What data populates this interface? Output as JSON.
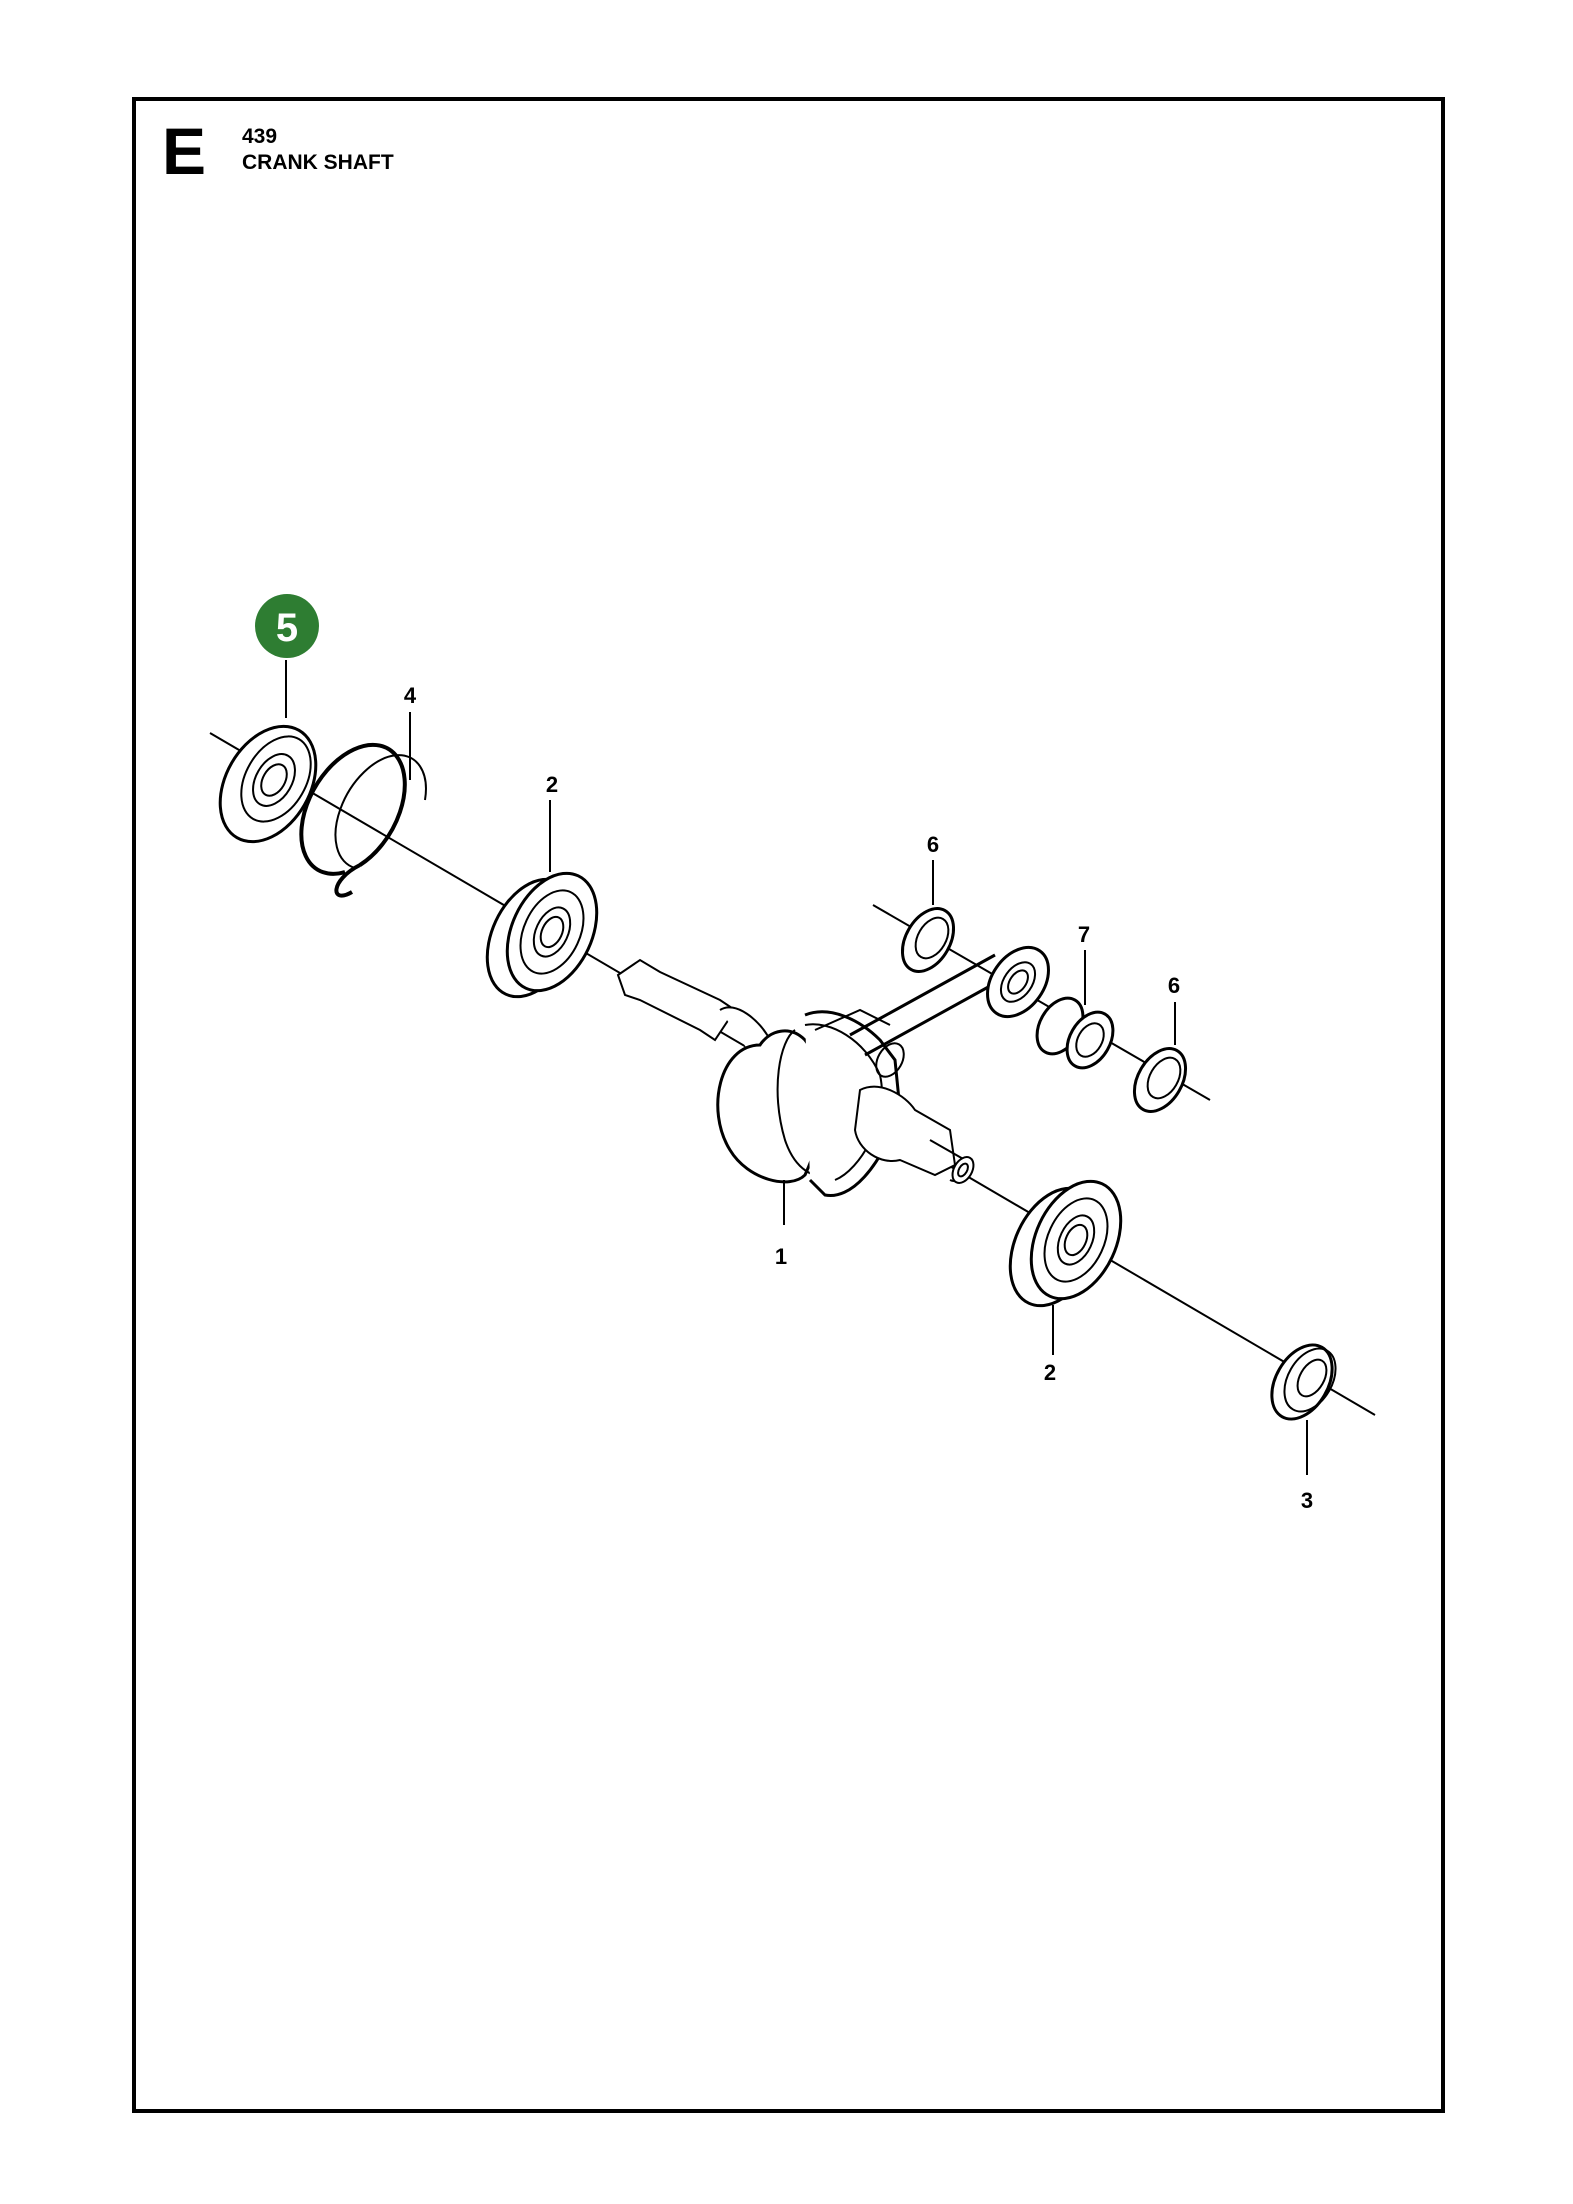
{
  "header": {
    "section_letter": "E",
    "model": "439",
    "title": "CRANK SHAFT"
  },
  "highlight": {
    "label": "5",
    "color": "#2e7d32"
  },
  "parts": [
    {
      "label": "1",
      "name": "crankshaft"
    },
    {
      "label": "2",
      "name": "ball bearing"
    },
    {
      "label": "2",
      "name": "ball bearing"
    },
    {
      "label": "3",
      "name": "seal ring"
    },
    {
      "label": "4",
      "name": "circlip"
    },
    {
      "label": "6",
      "name": "washer"
    },
    {
      "label": "6",
      "name": "washer"
    },
    {
      "label": "7",
      "name": "needle bearing"
    }
  ]
}
